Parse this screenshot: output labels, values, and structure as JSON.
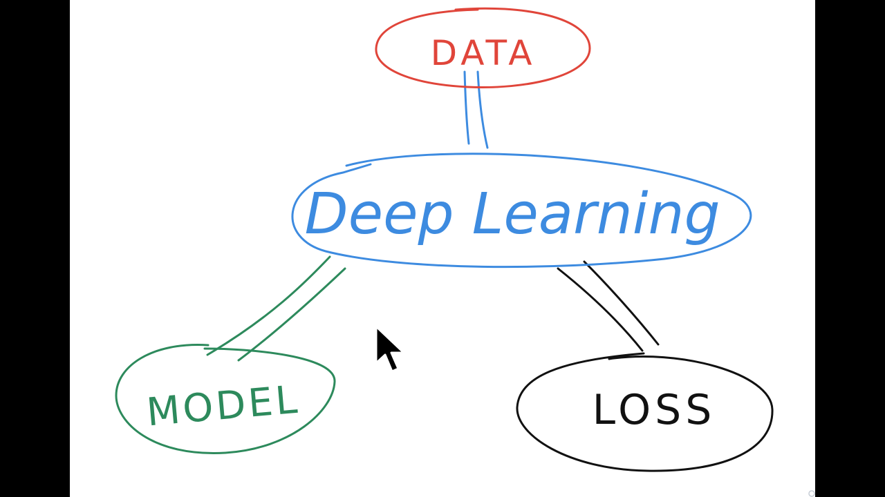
{
  "diagram": {
    "nodes": {
      "data": {
        "label": "DATA",
        "color": "#e0453a"
      },
      "deep_learning": {
        "label": "Deep Learning",
        "color": "#3d8be0"
      },
      "model": {
        "label": "MODEL",
        "color": "#2d8a5c"
      },
      "loss": {
        "label": "LOSS",
        "color": "#111111"
      }
    },
    "edges": [
      {
        "from": "data",
        "to": "deep_learning",
        "color": "#3d8be0"
      },
      {
        "from": "deep_learning",
        "to": "model",
        "color": "#2d8a5c"
      },
      {
        "from": "deep_learning",
        "to": "loss",
        "color": "#111111"
      }
    ]
  },
  "colors": {
    "board": "#ffffff",
    "frame": "#000000",
    "cursor": "#000000"
  },
  "icons": {
    "cursor": "mouse-pointer-icon"
  }
}
